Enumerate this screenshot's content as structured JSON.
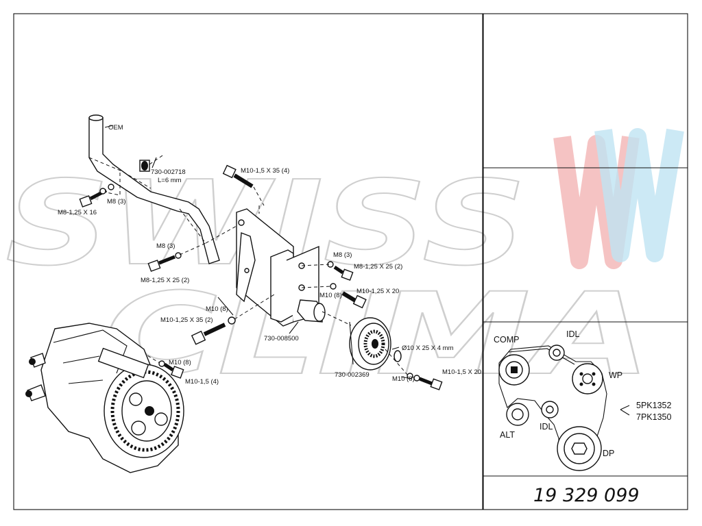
{
  "drawing": {
    "part_number": "19 329 099",
    "watermark": {
      "line1": "SWISS",
      "line2": "CLIMA"
    },
    "labels": {
      "oem": "OEM",
      "spacer_part": "730-002718",
      "spacer_length": "L=6 mm",
      "bolt_m10_35": "M10-1,5 X 35 (4)",
      "m8_top": "M8 (3)",
      "bolt_m8_16": "M8-1,25 X 16",
      "m8_mid": "M8 (3)",
      "bolt_m8_25_left": "M8-1,25 X 25 (2)",
      "m8_right": "M8 (3)",
      "bolt_m8_25_right": "M8-1,25 X 25 (2)",
      "m10_right": "M10 (8)",
      "bolt_m10_125_20": "M10-1,25 X 20",
      "m10_center": "M10 (8)",
      "bolt_m10_125_35": "M10-1,25 X 35 (2)",
      "bracket_part": "730-008500",
      "m10_left": "M10 (8)",
      "bolt_m10_15_4": "M10-1,5 (4)",
      "washer_spec": "Ø10 X 25 X 4 mm",
      "pulley_part": "730-002369",
      "m10_bottom": "M10 (8)",
      "bolt_m10_15_20": "M10-1,5 X 20"
    },
    "belt": {
      "comp": "COMP",
      "idl_top": "IDL",
      "wp": "WP",
      "belt_1": "5PK1352",
      "belt_2": "7PK1350",
      "alt": "ALT",
      "idl_bottom": "IDL",
      "dp": "DP"
    },
    "colors": {
      "watermark_red": "#f2b4b4",
      "watermark_blue": "#bfe4f2",
      "watermark_gray": "#cfcfcf"
    }
  }
}
